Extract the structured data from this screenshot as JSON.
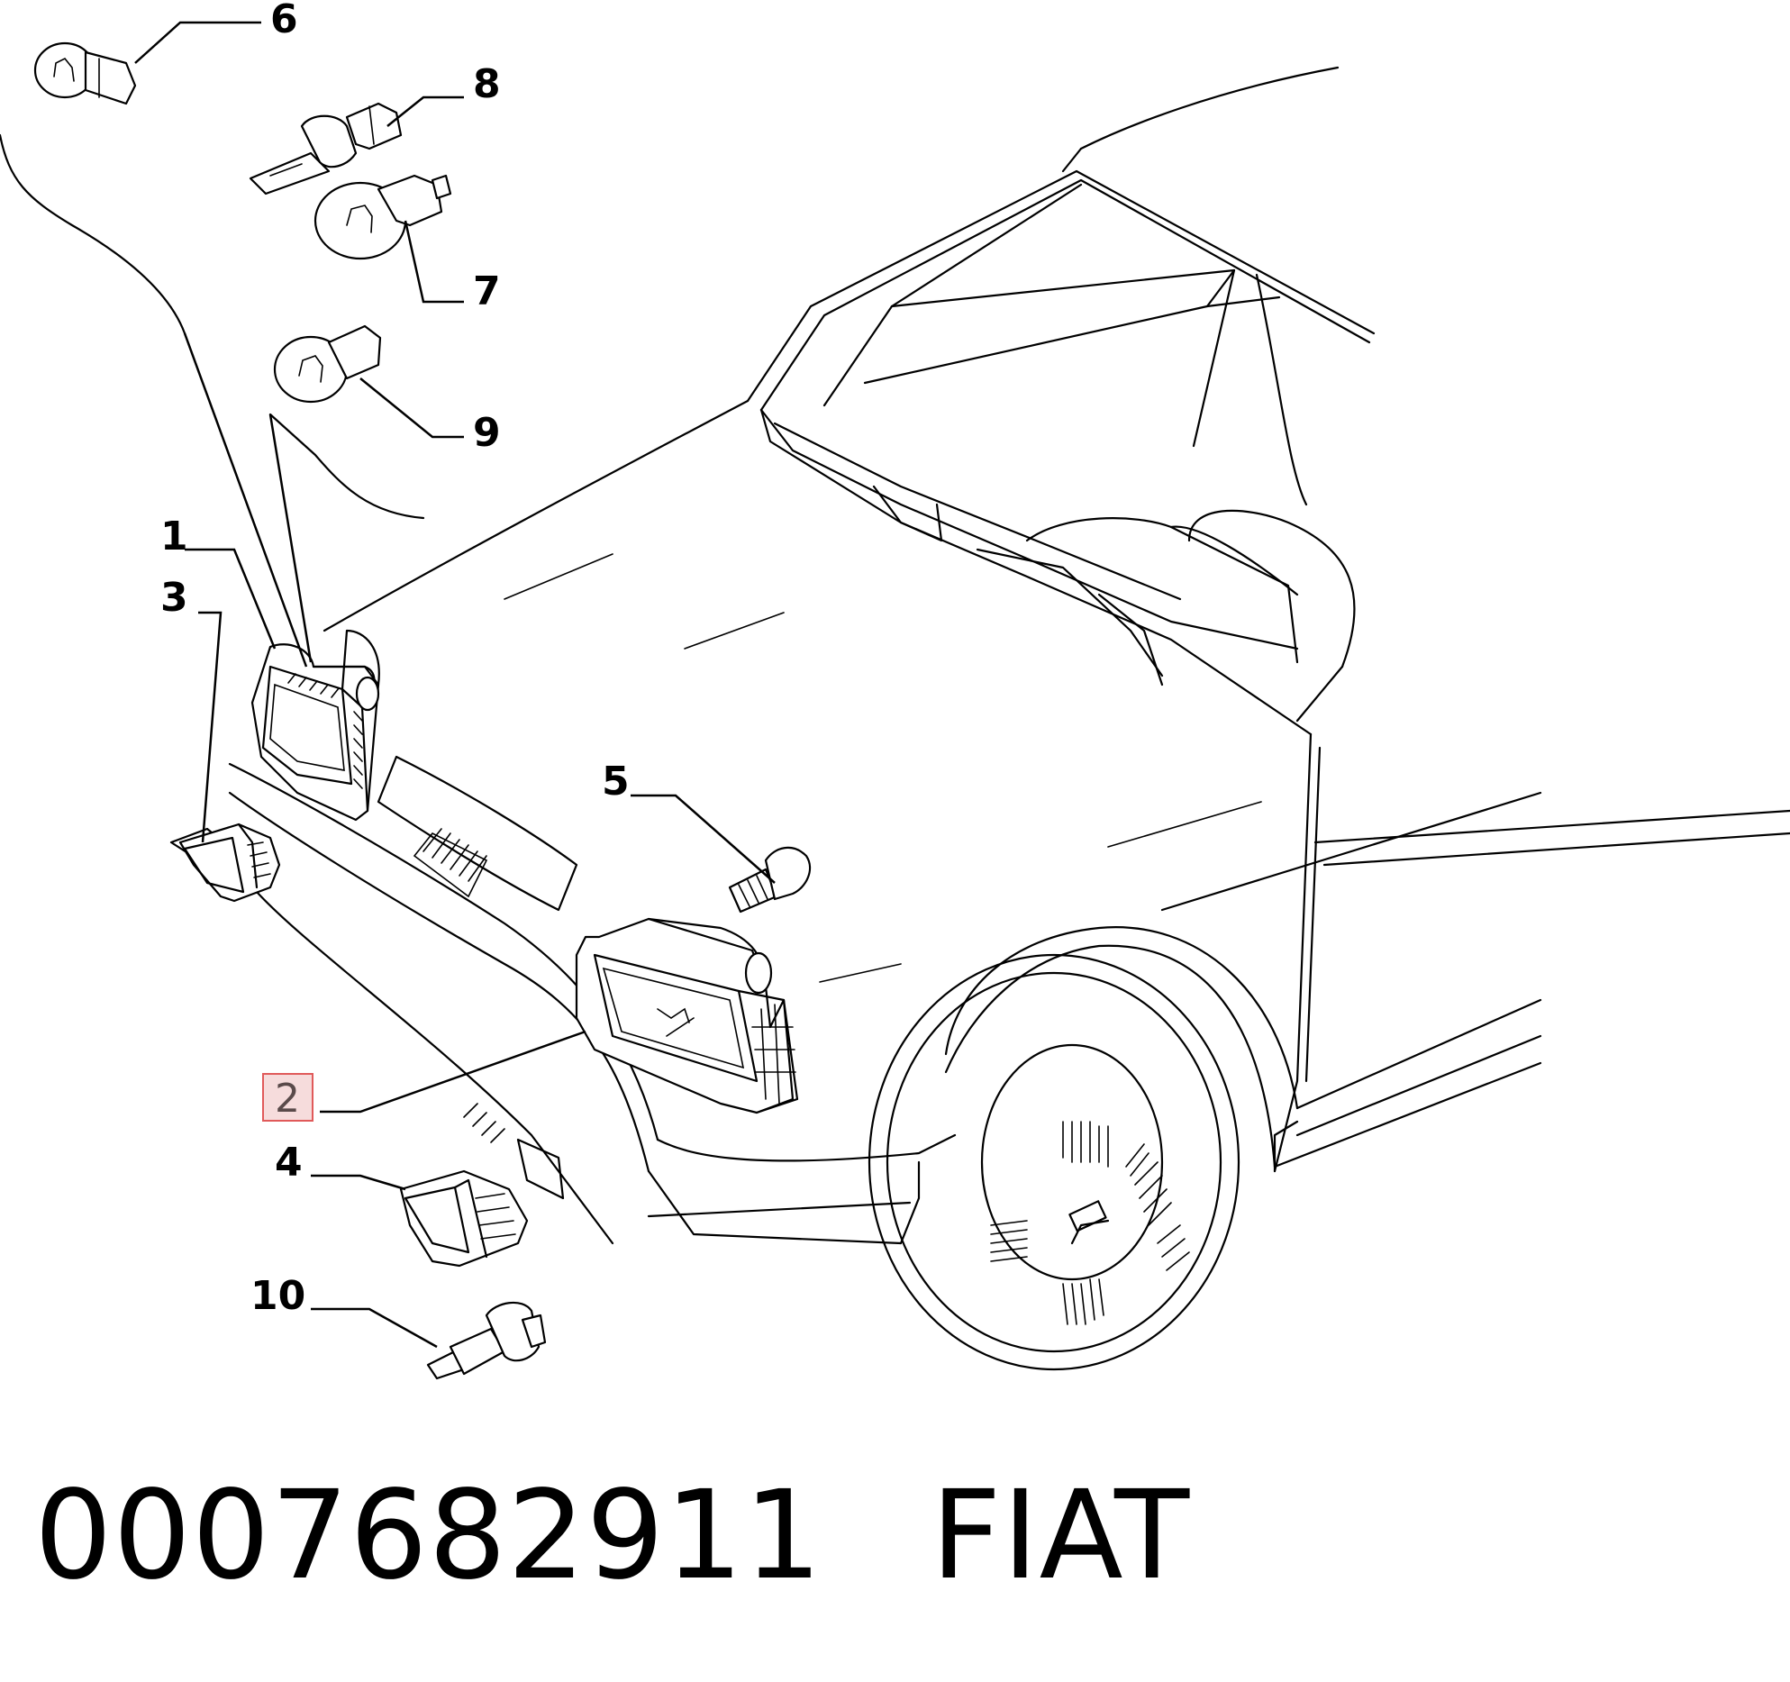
{
  "callouts": {
    "c1": "1",
    "c2": "2",
    "c3": "3",
    "c4": "4",
    "c5": "5",
    "c6": "6",
    "c7": "7",
    "c8": "8",
    "c9": "9",
    "c10": "10"
  },
  "highlighted_callout": "2",
  "caption": {
    "part_number": "0007682911",
    "brand": "FIAT"
  },
  "colors": {
    "highlight_fill": "#f6dcdc",
    "highlight_border": "#e05a5a",
    "line": "#000000"
  }
}
